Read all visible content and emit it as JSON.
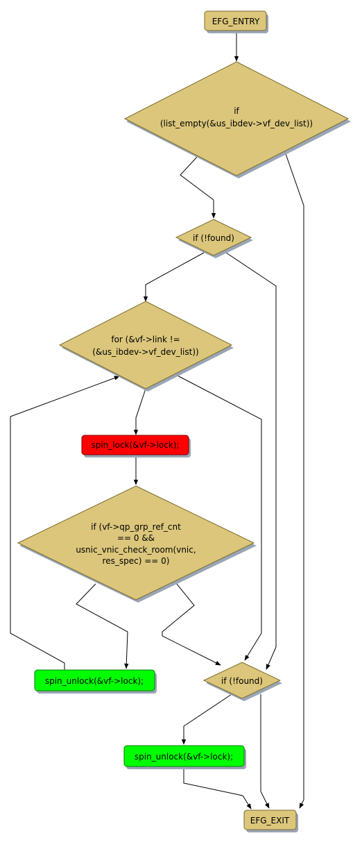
{
  "colors": {
    "node_fill": "#dbc67b",
    "node_stroke": "#7a6a2c",
    "shadow": "#9aa6b6",
    "lock_fill": "#ff0000",
    "unlock_fill": "#00ff00",
    "edge": "#000000"
  },
  "nodes": {
    "entry": {
      "label": "EFG_ENTRY"
    },
    "cond_list_empty": {
      "lines": [
        "if",
        "(list_empty(&us_ibdev->vf_dev_list))"
      ]
    },
    "cond_not_found_1": {
      "label": "if (!found)"
    },
    "loop_for": {
      "lines": [
        "for (&vf->link !=",
        "(&us_ibdev->vf_dev_list))"
      ]
    },
    "spin_lock": {
      "label": "spin_lock(&vf->lock);"
    },
    "cond_ref_cnt": {
      "lines": [
        "if (vf->qp_grp_ref_cnt",
        "== 0 &&",
        "usnic_vnic_check_room(vnic,",
        "res_spec) == 0)"
      ]
    },
    "spin_unlock_loop": {
      "label": "spin_unlock(&vf->lock);"
    },
    "cond_not_found_2": {
      "label": "if (!found)"
    },
    "spin_unlock_exit": {
      "label": "spin_unlock(&vf->lock);"
    },
    "exit": {
      "label": "EFG_EXIT"
    }
  }
}
